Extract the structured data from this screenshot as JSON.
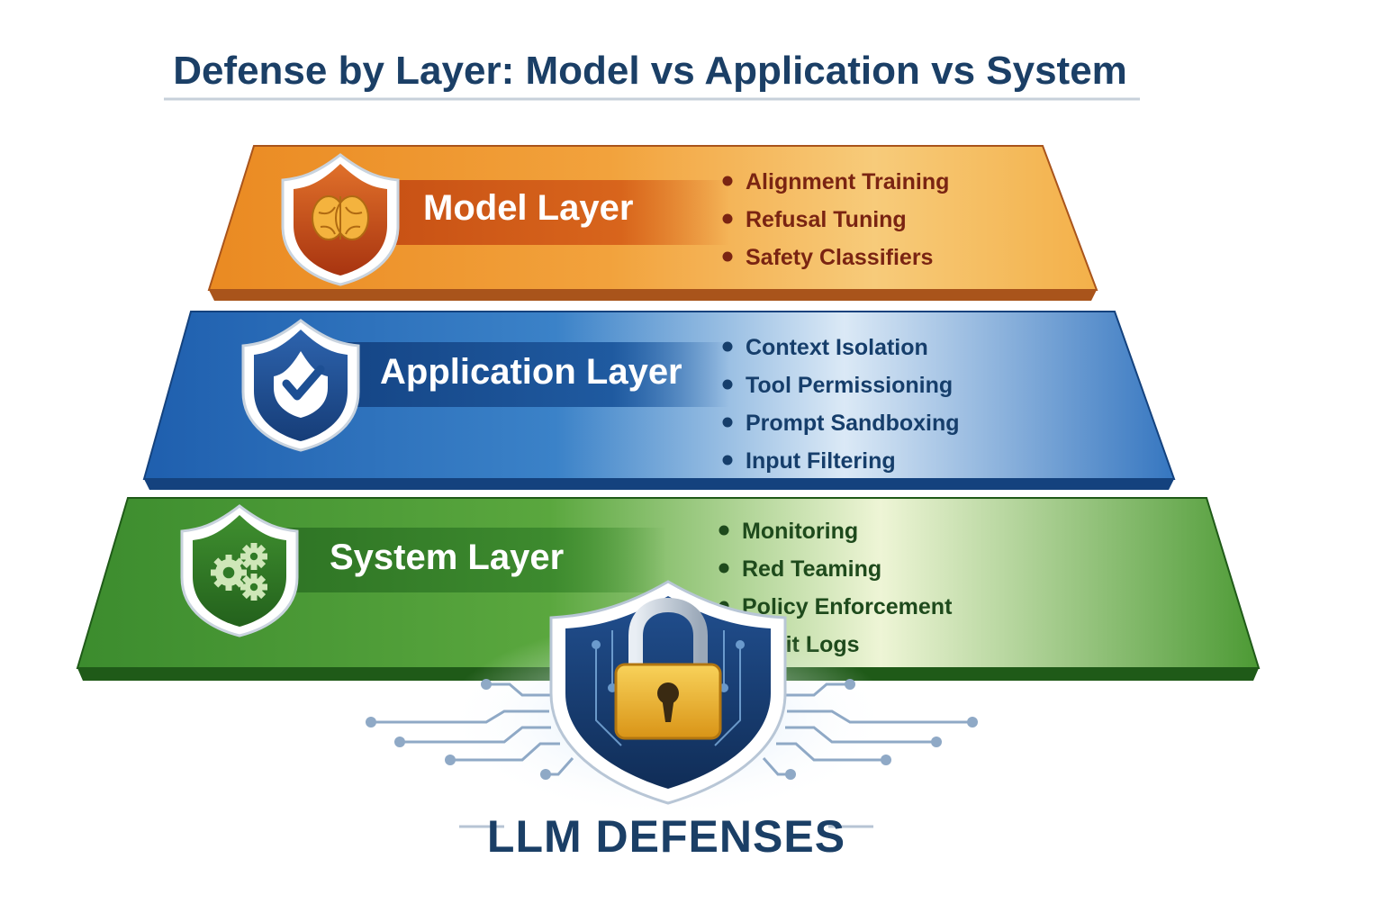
{
  "title": "Defense by Layer: Model vs Application vs System",
  "layers": [
    {
      "title": "Model Layer",
      "icon": "brain-icon",
      "color": "#e8912a",
      "text_color": "#7a2412",
      "items": [
        "Alignment Training",
        "Refusal Tuning",
        "Safety Classifiers"
      ]
    },
    {
      "title": "Application Layer",
      "icon": "checkmark-icon",
      "color": "#2f74c0",
      "text_color": "#163e6b",
      "items": [
        "Context Isolation",
        "Tool Permissioning",
        "Prompt Sandboxing",
        "Input Filtering"
      ]
    },
    {
      "title": "System Layer",
      "icon": "gears-icon",
      "color": "#4a9a35",
      "text_color": "#1e4a1c",
      "items": [
        "Monitoring",
        "Red Teaming",
        "Policy Enforcement",
        "Audit Logs"
      ]
    }
  ],
  "footer": {
    "label": "LLM DEFENSES",
    "icon": "padlock-shield-icon"
  }
}
